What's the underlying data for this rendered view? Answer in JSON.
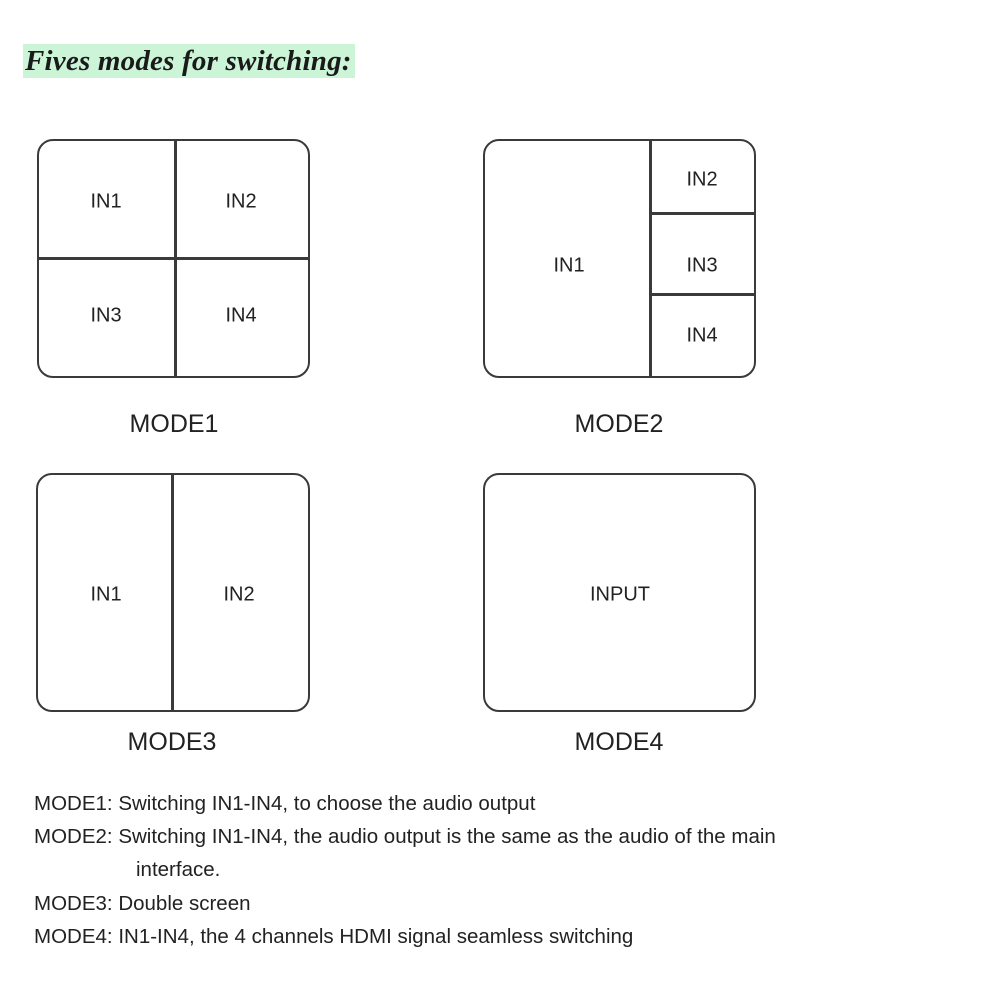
{
  "title": "Fives modes for switching:",
  "modes": [
    {
      "label": "MODE1",
      "layout": "quad",
      "cells": [
        "IN1",
        "IN2",
        "IN3",
        "IN4"
      ]
    },
    {
      "label": "MODE2",
      "layout": "main-plus-three",
      "cells": [
        "IN1",
        "IN2",
        "IN3",
        "IN4"
      ]
    },
    {
      "label": "MODE3",
      "layout": "split-two",
      "cells": [
        "IN1",
        "IN2"
      ]
    },
    {
      "label": "MODE4",
      "layout": "single",
      "cells": [
        "INPUT"
      ]
    }
  ],
  "descriptions": [
    {
      "key": "MODE1:",
      "text": "Switching IN1-IN4, to choose the audio output"
    },
    {
      "key": "MODE2:",
      "text": "Switching IN1-IN4, the audio output is the same as the audio of the main",
      "continuation": "interface."
    },
    {
      "key": "MODE3:",
      "text": "Double screen"
    },
    {
      "key": "MODE4:",
      "text": "IN1-IN4, the 4 channels HDMI signal seamless switching"
    }
  ]
}
